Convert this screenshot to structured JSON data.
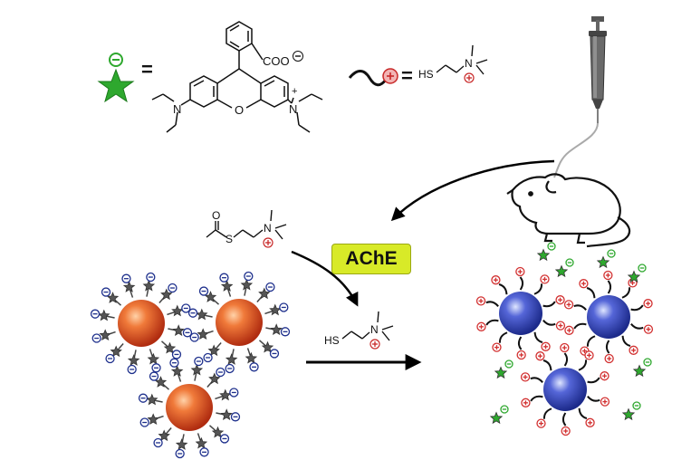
{
  "legend": {
    "equals": "=",
    "carboxylate": "COO",
    "n_left": "N",
    "oxygen": "O",
    "n_right": "N",
    "plus": "+"
  },
  "thiocholine_legend": {
    "equals": "=",
    "hs": "HS",
    "n": "N"
  },
  "substrate": {
    "o": "O",
    "s": "S",
    "n": "N"
  },
  "enzyme": {
    "label": "AChE"
  },
  "product": {
    "hs": "HS",
    "n": "N"
  },
  "colors": {
    "gold_np": "#e4572e",
    "silver_np": "#3f52c8",
    "ache_box": "#d8ea28",
    "dye_star": "#2ea82e",
    "negative_ligand": "#1d2f8c",
    "positive_ligand": "#d23030"
  }
}
